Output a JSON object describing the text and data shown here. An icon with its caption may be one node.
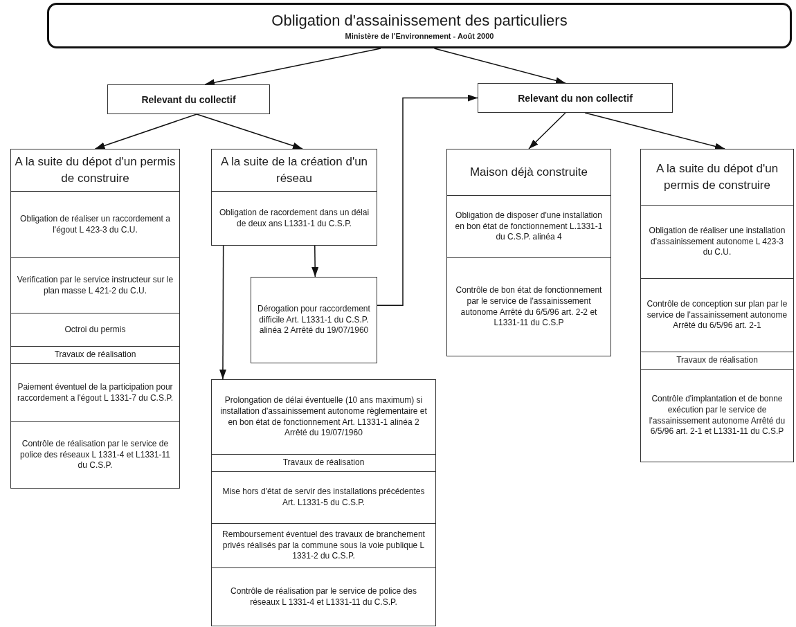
{
  "diagram": {
    "nodes": [
      {
        "text": [
          "Obligation d'assainissement des particuliers",
          "Ministère de l'Environnement - Août 2000"
        ]
      },
      {
        "text": [
          "Relevant du collectif"
        ]
      },
      {
        "text": [
          "Relevant du non collectif"
        ]
      },
      {
        "text": [
          "A la suite du dépot d'un permis de construire"
        ]
      },
      {
        "text": [
          "Obligation de réaliser un raccordement a l'égout L 423-3 du C.U."
        ],
        "in": 3
      },
      {
        "text": [
          "Verification par le service instructeur sur le plan masse L 421-2 du C.U."
        ],
        "in": 3
      },
      {
        "text": [
          "Octroi du permis"
        ],
        "in": 3
      },
      {
        "text": [
          "Travaux de réalisation"
        ],
        "in": 3
      },
      {
        "text": [
          "Paiement éventuel de la participation pour raccordement a l'égout L 1331-7 du C.S.P."
        ],
        "in": 3
      },
      {
        "text": [
          "Contrôle de réalisation par le service de police des réseaux L 1331-4 et L1331-11 du C.S.P."
        ],
        "in": 3
      },
      {
        "text": [
          "A la suite de la création d'un réseau"
        ]
      },
      {
        "text": [
          "Obligation de racordement dans un délai de deux ans L1331-1 du C.S.P."
        ],
        "in": 10
      },
      {
        "text": [
          "Dérogation pour raccordement difficile Art. L1331-1 du C.S.P. alinéa 2 Arrêté du 19/07/1960"
        ]
      },
      {
        "text": [
          "Maison déjà construite"
        ]
      },
      {
        "text": [
          "Obligation de disposer d'une installation en bon état de fonctionnement L.1331-1 du C.S.P. alinéa 4"
        ],
        "in": 13
      },
      {
        "text": [
          "Contrôle de bon état de fonctionnement par le service de l'assainissement autonome Arrêté du 6/5/96 art. 2-2 et L1331-11 du C.S.P"
        ],
        "in": 13
      },
      {
        "text": [
          "A la suite du dépot d'un permis de construire"
        ]
      },
      {
        "text": [
          "Obligation de réaliser une installation d'assainissement autonome L 423-3 du C.U."
        ],
        "in": 16
      },
      {
        "text": [
          "Contrôle de conception sur plan par le service de l'assainissement autonome Arrêté du 6/5/96 art. 2-1"
        ],
        "in": 16
      },
      {
        "text": [
          "Travaux de réalisation"
        ],
        "in": 16
      },
      {
        "text": [
          "Contrôle d'implantation et de bonne exécution par le service de l'assainissement autonome Arrêté du 6/5/96 art. 2-1 et L1331-11 du C.S.P"
        ],
        "in": 16
      },
      {
        "text": [],
        "shape": "box"
      },
      {
        "text": [
          "Prolongation de délai éventuelle (10 ans maximum) si installation d'assainissement autonome règlementaire et en bon état de fonctionnement Art. L1331-1 alinéa 2 Arrêté du 19/07/1960"
        ],
        "in": 21
      },
      {
        "text": [
          "Travaux de réalisation"
        ],
        "in": 21
      },
      {
        "text": [
          "Mise hors d'état de servir des installations précédentes Art. L1331-5 du C.S.P."
        ],
        "in": 21
      },
      {
        "text": [
          "Remboursement éventuel des travaux de branchement privés réalisés par la commune sous la voie publique L 1331-2 du C.S.P."
        ],
        "in": 21
      },
      {
        "text": [
          "Contrôle de réalisation par le service de police des réseaux L 1331-4 et L1331-11 du C.S.P."
        ],
        "in": 21
      }
    ],
    "edges": [
      {
        "from": 0,
        "to": 1,
        "arrow": "to"
      },
      {
        "from": 0,
        "to": 2,
        "arrow": "to"
      },
      {
        "from": 1,
        "to": 3,
        "arrow": "to"
      },
      {
        "from": 1,
        "to": 10,
        "arrow": "to"
      },
      {
        "from": 11,
        "to": 12,
        "arrow": "to"
      },
      {
        "from": 11,
        "to": 21,
        "arrow": "to"
      },
      {
        "from": 12,
        "to": 2,
        "arrow": "to"
      },
      {
        "from": 2,
        "to": 13,
        "arrow": "to"
      },
      {
        "from": 2,
        "to": 16,
        "arrow": "to"
      }
    ]
  }
}
